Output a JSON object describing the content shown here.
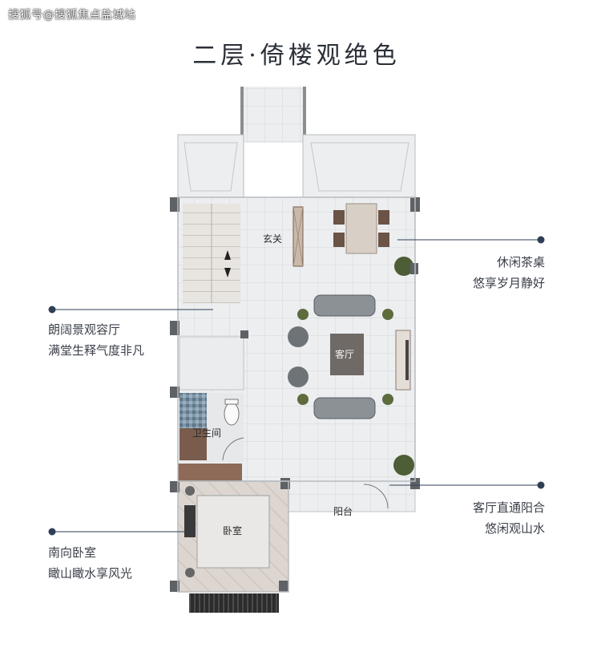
{
  "watermark": "搜狐号@搜狐焦点盐城站",
  "title": "二层·倚楼观绝色",
  "rooms": {
    "foyer": "玄关",
    "living": "客厅",
    "bathroom": "卫生间",
    "balcony": "阳台",
    "bedroom": "卧室"
  },
  "callouts": [
    {
      "line1": "休闲茶桌",
      "line2": "悠享岁月静好"
    },
    {
      "line1": "朗阔景观容厅",
      "line2": "满堂生释气度非凡"
    },
    {
      "line1": "客厅直通阳合",
      "line2": "悠闲观山水"
    },
    {
      "line1": "南向卧室",
      "line2": "瞰山瞰水享风光"
    }
  ],
  "colors": {
    "callout_line": "#2f3e55",
    "wall": "#5e6266",
    "floor": "#e9ecef",
    "accent_wood": "#7d5e4f"
  }
}
